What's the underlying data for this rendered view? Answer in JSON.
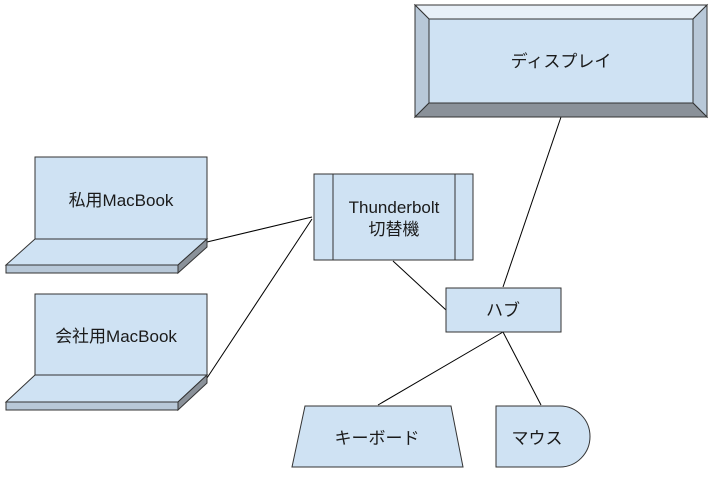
{
  "nodes": {
    "display": {
      "label": "ディスプレイ"
    },
    "private_macbook": {
      "label": "私用MacBook"
    },
    "work_macbook": {
      "label": "会社用MacBook"
    },
    "switcher": {
      "label_line1": "Thunderbolt",
      "label_line2": "切替機"
    },
    "hub": {
      "label": "ハブ"
    },
    "keyboard": {
      "label": "キーボード"
    },
    "mouse": {
      "label": "マウス"
    }
  },
  "colors": {
    "fill": "#cfe2f3",
    "stroke": "#333333",
    "bevel_dark": "#8a9199",
    "bevel_mid": "#b8c8d8",
    "bevel_light": "#e8f0f8",
    "line": "#000000"
  },
  "connections": [
    [
      "private_macbook",
      "switcher"
    ],
    [
      "work_macbook",
      "switcher"
    ],
    [
      "switcher",
      "hub"
    ],
    [
      "display",
      "hub"
    ],
    [
      "hub",
      "keyboard"
    ],
    [
      "hub",
      "mouse"
    ]
  ]
}
